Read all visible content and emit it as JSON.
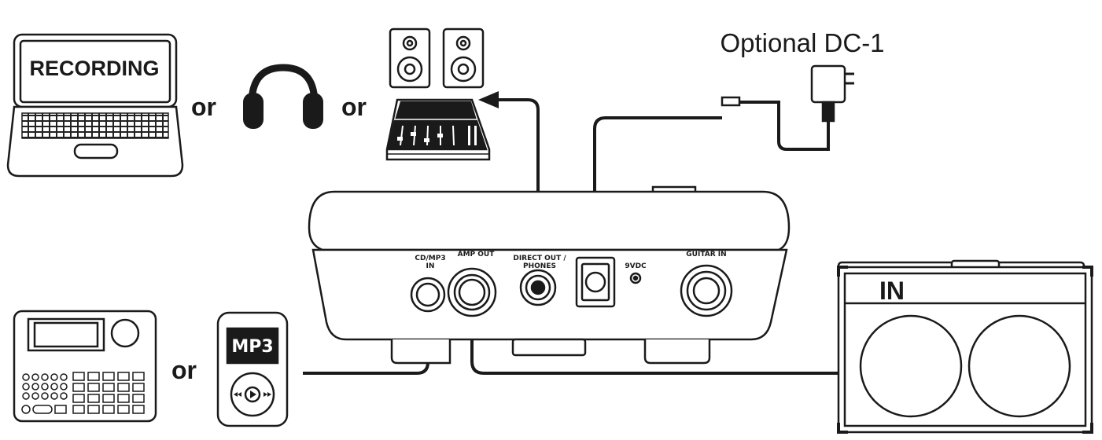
{
  "labels": {
    "optional_power": "Optional DC-1",
    "recording": "RECORDING",
    "or_1": "or",
    "or_2": "or",
    "or_3": "or",
    "mp3": "MP3",
    "amp_in": "IN"
  },
  "jacks": {
    "cd_mp3_in_line1": "CD/MP3",
    "cd_mp3_in_line2": "IN",
    "amp_out": "AMP OUT",
    "direct_out_line1": "DIRECT OUT /",
    "direct_out_line2": "PHONES",
    "power": "9VDC",
    "guitar_in": "GUITAR IN"
  },
  "icons": {
    "laptop": "laptop-icon",
    "headphones": "headphones-icon",
    "speakers": "studio-monitors-icon",
    "mixer": "mixer-icon",
    "adapter": "power-adapter-icon",
    "unit": "guitar-processor-icon",
    "drum_machine": "drum-machine-icon",
    "mp3_player": "mp3-player-icon",
    "amplifier": "guitar-amplifier-icon"
  }
}
